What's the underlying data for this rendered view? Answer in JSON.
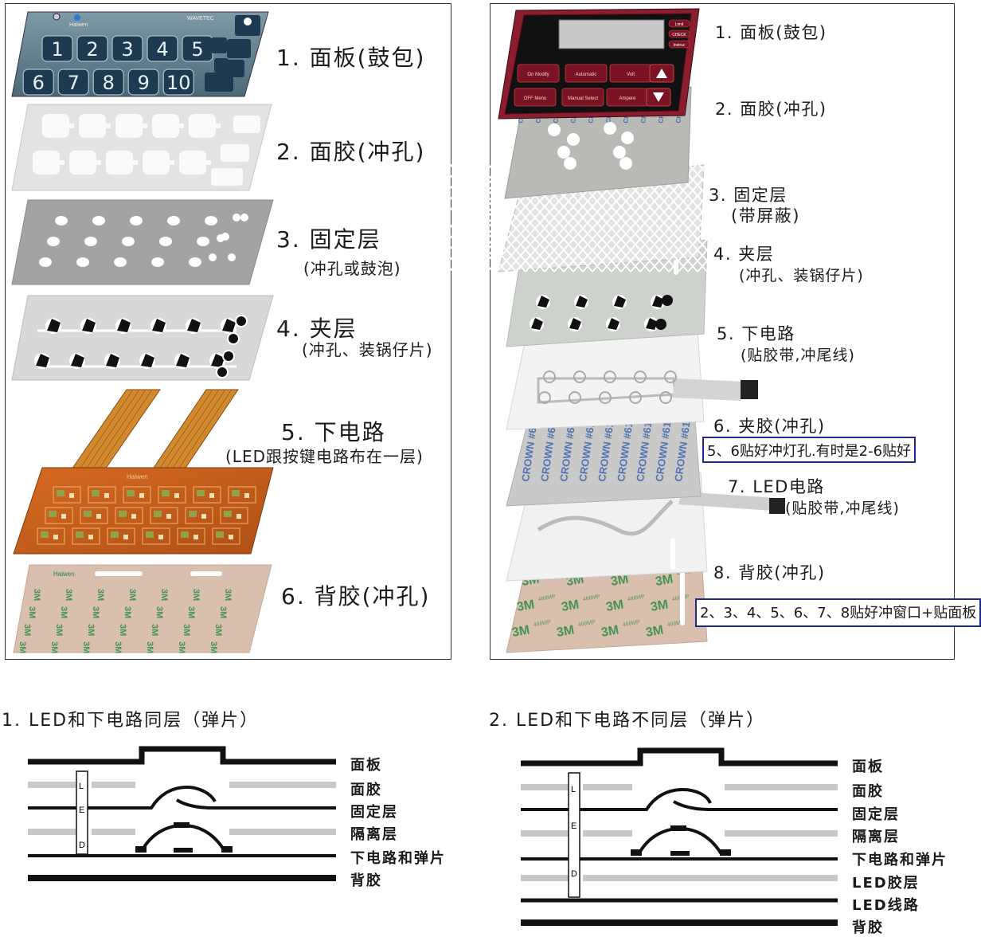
{
  "left_panel": {
    "layers": [
      {
        "main": "1. 面板(鼓包)",
        "sub": ""
      },
      {
        "main": "2. 面胶(冲孔)",
        "sub": ""
      },
      {
        "main": "3. 固定层",
        "sub": "(冲孔或鼓泡)"
      },
      {
        "main": "4. 夹层",
        "sub": "(冲孔、装锅仔片)"
      },
      {
        "main": "5. 下电路",
        "sub": "(LED跟按键电路布在一层)"
      },
      {
        "main": "6. 背胶(冲孔)",
        "sub": ""
      }
    ],
    "keypad": {
      "brand": "Haiwen",
      "model": "WAVETEC",
      "keys_top": [
        "1",
        "2",
        "3",
        "4",
        "5"
      ],
      "keys_bottom": [
        "6",
        "7",
        "8",
        "9",
        "10"
      ]
    },
    "circuit_brand": "Haiwen",
    "adhesive_brand": "3M",
    "adhesive_logo": "Haiwen"
  },
  "right_panel": {
    "layers": [
      {
        "main": "1. 面板(鼓包)",
        "sub": ""
      },
      {
        "main": "2. 面胶(冲孔)",
        "sub": ""
      },
      {
        "main": "3. 固定层",
        "sub": "(带屏蔽)"
      },
      {
        "main": "4. 夹层",
        "sub": "(冲孔、装锅仔片)"
      },
      {
        "main": "5. 下电路",
        "sub": "(贴胶带,冲尾线)"
      },
      {
        "main": "6. 夹胶(冲孔)",
        "sub": ""
      },
      {
        "main": "7. LED电路",
        "sub": "(贴胶带,冲尾线)"
      },
      {
        "main": "8. 背胶(冲孔)",
        "sub": ""
      }
    ],
    "note1": "5、6贴好冲灯孔.有时是2-6贴好",
    "note2": "2、3、4、5、6、7、8贴好冲窗口+贴面板",
    "panel_buttons": [
      "On Modify",
      "Automatic",
      "Volt",
      "OFF Menu",
      "Manual Select",
      "Ampere"
    ],
    "side_buttons": [
      "Limit",
      "CHECK",
      "Instruc"
    ],
    "tape_text": "CROWN #613",
    "adhesive_brand": "3M",
    "adhesive_model": "468MP"
  },
  "diagram1": {
    "heading": "1. LED和下电路同层（弹片）",
    "labels": [
      "面板",
      "面胶",
      "固定层",
      "隔离层",
      "下电路和弹片",
      "背胶"
    ],
    "led_letters": [
      "L",
      "E",
      "D"
    ]
  },
  "diagram2": {
    "heading": "2. LED和下电路不同层（弹片）",
    "labels": [
      "面板",
      "面胶",
      "固定层",
      "隔离层",
      "下电路和弹片",
      "LED胶层",
      "LED线路",
      "背胶"
    ],
    "led_letters": [
      "L",
      "E",
      "D"
    ]
  },
  "colors": {
    "keypad": "#5f7d8c",
    "key": "#1d3a50",
    "circuit": "#c85c1c",
    "adhesive": "#d9bfae",
    "adhesive_text": "#1f8a3c",
    "panel_red": "#8b1e2e",
    "note_border": "#1c2a8c"
  }
}
